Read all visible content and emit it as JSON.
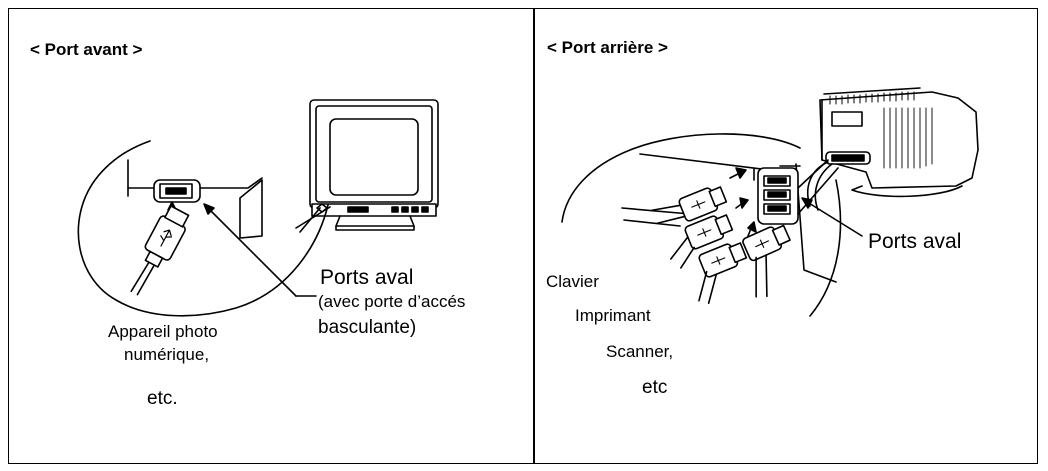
{
  "front": {
    "title": "< Port avant >",
    "ports_label": "Ports aval",
    "ports_note_line1": "(avec porte d’accés",
    "ports_note_line2": "basculante)",
    "device_line1": "Appareil photo",
    "device_line2": "numérique,",
    "device_line3": "etc."
  },
  "rear": {
    "title": "< Port arrière >",
    "ports_label": "Ports aval",
    "device_line1": "Clavier",
    "device_line2": "Imprimant",
    "device_line3": "Scanner,",
    "device_line4": "etc"
  }
}
